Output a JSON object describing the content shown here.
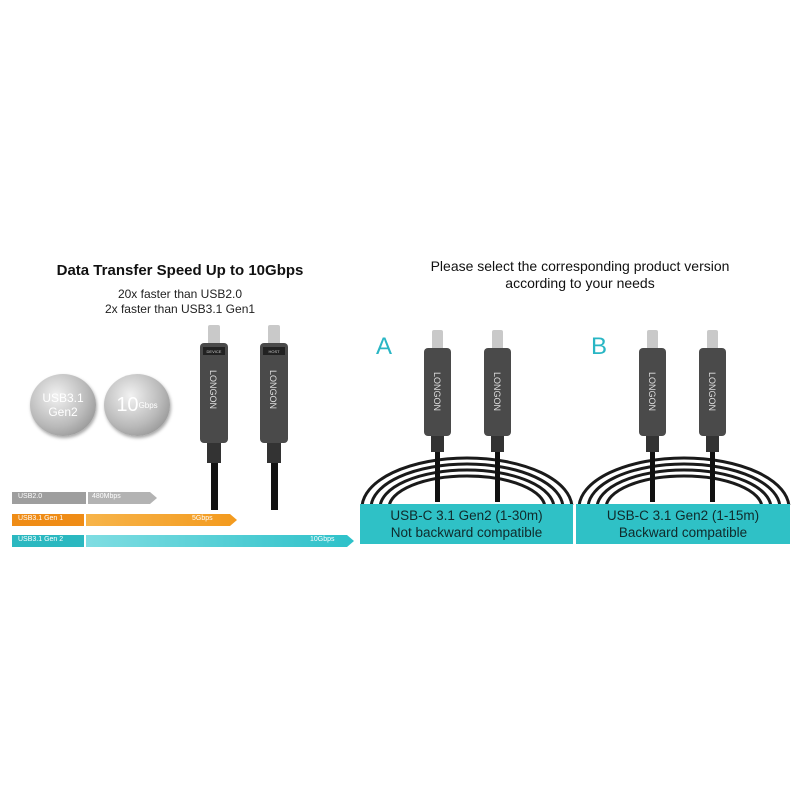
{
  "left": {
    "title": "Data Transfer Speed Up to 10Gbps",
    "sub1": "20x faster than USB2.0",
    "sub2": "2x faster than USB3.1 Gen1",
    "badge1_l1": "USB3.1",
    "badge1_l2": "Gen2",
    "badge2_num": "10",
    "badge2_unit": "Gbps",
    "connector_text": "LONGON",
    "plug_label_a": "DEVICE",
    "plug_label_b": "HOST",
    "bars": [
      {
        "label": "USB2.0",
        "value": "480Mbps",
        "color": "#9e9e9e"
      },
      {
        "label": "USB3.1 Gen 1",
        "value": "5Gbps",
        "color": "#f39a1e"
      },
      {
        "label": "USB3.1 Gen 2",
        "value": "10Gbps",
        "color": "#2dc1c9"
      }
    ]
  },
  "right": {
    "title_l1": "Please select the corresponding product version",
    "title_l2": "according to your needs",
    "option_a": {
      "letter": "A",
      "line1": "USB-C 3.1 Gen2 (1-30m)",
      "line2": "Not backward compatible"
    },
    "option_b": {
      "letter": "B",
      "line1": "USB-C 3.1 Gen2 (1-15m)",
      "line2": "Backward compatible"
    }
  },
  "colors": {
    "accent": "#2fc1c6",
    "letter": "#29b6c4"
  }
}
